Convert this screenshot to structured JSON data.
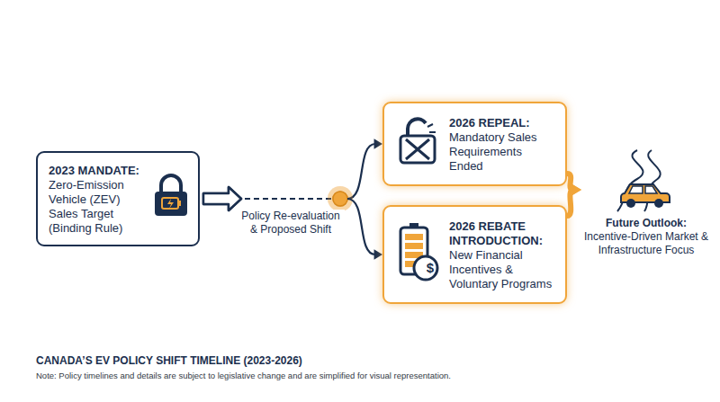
{
  "diagram": {
    "title": "CANADA’S EV POLICY SHIFT TIMELINE (2023-2026)",
    "caption": "Note: Policy timelines and details are subject to legislative change and are simplified for visual representation.",
    "nodes": [
      {
        "text": [
          "2023 MANDATE:",
          "Zero-Emission Vehicle (ZEV) Sales Target (Binding Rule)"
        ]
      },
      {
        "text": [
          "2026 REPEAL:",
          "Mandatory Sales Requirements Ended"
        ]
      },
      {
        "text": [
          "2026 REBATE INTRODUCTION:",
          "New Financial Incentives & Voluntary Programs"
        ]
      },
      {
        "text": [
          "Future Outlook:",
          "Incentive-Driven Market & Infrastructure Focus"
        ]
      }
    ],
    "edges": [
      {
        "from": 0,
        "to": 1,
        "arrow": "to",
        "label": "Policy Re-evaluation & Proposed Shift"
      },
      {
        "from": 0,
        "to": 2,
        "arrow": "to"
      },
      {
        "from": 1,
        "to": 3,
        "arrow": "to"
      },
      {
        "from": 2,
        "to": 3,
        "arrow": "to"
      }
    ],
    "labels": [
      "$"
    ]
  }
}
